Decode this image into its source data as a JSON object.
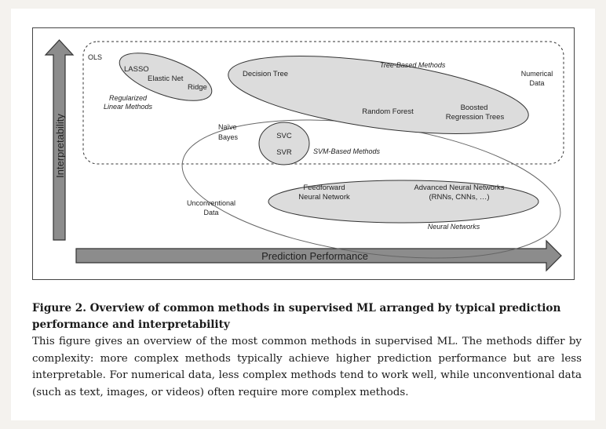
{
  "figure": {
    "axis_y_label": "Interpretability",
    "axis_x_label": "Prediction Performance",
    "labels": {
      "ols": "OLS",
      "lasso": "LASSO",
      "elastic_net": "Elastic Net",
      "ridge": "Ridge",
      "regularized_line1": "Regularized",
      "regularized_line2": "Linear Methods",
      "decision_tree": "Decision Tree",
      "tree_based": "Tree-Based Methods",
      "random_forest": "Random Forest",
      "boosted_line1": "Boosted",
      "boosted_line2": "Regression Trees",
      "numerical_line1": "Numerical",
      "numerical_line2": "Data",
      "naive_line1": "Naïve",
      "naive_line2": "Bayes",
      "svc": "SVC",
      "svr": "SVR",
      "svm_based": "SVM-Based Methods",
      "feedforward_line1": "Feedforward",
      "feedforward_line2": "Neural Network",
      "advanced_line1": "Advanced Neural Networks",
      "advanced_line2": "(RNNs, CNNs, …)",
      "unconventional_line1": "Unconventional",
      "unconventional_line2": "Data",
      "neural_networks": "Neural Networks"
    }
  },
  "caption": {
    "title": "Figure 2. Overview of common methods in supervised ML arranged by typical prediction performance and interpretability",
    "body": "This figure gives an overview of the most common methods in supervised ML. The methods differ by complexity: more complex methods typically achieve higher prediction performance but are less interpretable. For numerical data, less complex methods tend to work well, while unconventional data (such as text, images, or videos) often require more complex methods."
  },
  "colors": {
    "arrow_fill": "#8c8c8c",
    "ellipse_fill": "#dcdcdc",
    "stroke": "#333333"
  }
}
